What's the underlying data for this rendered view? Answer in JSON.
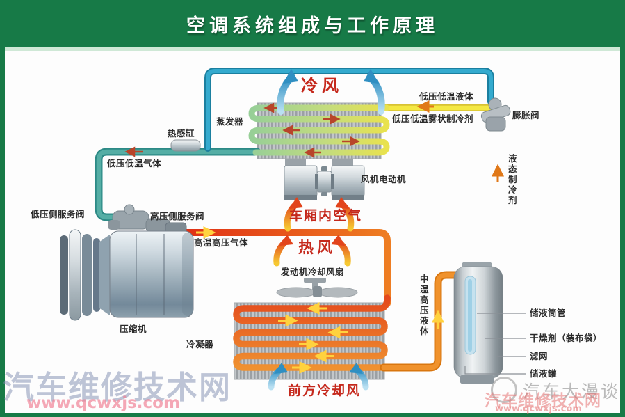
{
  "header": {
    "title": "空调系统组成与工作原理"
  },
  "airflow": {
    "cold_air": "冷风",
    "cabin_air": "车厢内空气",
    "hot_air": "热风",
    "front_cooling_air": "前方冷却风"
  },
  "components": {
    "evaporator": "蒸发器",
    "thermal_bulb": "热感缸",
    "blower_motor": "风机电动机",
    "engine_cooling_fan": "发动机冷却风扇",
    "compressor": "压缩机",
    "condenser": "冷凝器",
    "expansion_valve": "膨胀阀",
    "lp_service_valve": "低压侧服务阀",
    "hp_service_valve": "高压侧服务阀",
    "receiver_tube": "储液筒管",
    "desiccant": "干燥剂（装布袋）",
    "filter_screen": "滤网",
    "receiver_tank": "储液罐"
  },
  "refrigerant_states": {
    "lp_lt_gas": "低压低温气体",
    "lp_lt_liquid": "低压低温液体",
    "lp_lt_mist": "低压低温雾状制冷剂",
    "ht_hp_gas": "高温高压气体",
    "liquid_refrigerant": "液态制冷剂",
    "mt_hp_liquid": "中温高压液体"
  },
  "watermarks": {
    "left_site": "汽车维修技术网",
    "left_url": "www.qcwxjs.com",
    "right_brand": "汽车大漫谈",
    "right_site": "汽车维修技术网",
    "right_url": "www.qcwxjs.com"
  },
  "colors": {
    "frame_green": "#177a47",
    "label_red": "#c5281c",
    "low_pressure_gas_pipe": "#4aa8a2",
    "sensing_line_pipe": "#2fa6cb",
    "high_pressure_gas_pipe": "#e03318",
    "liquid_line_pipe": "#f2c230"
  }
}
